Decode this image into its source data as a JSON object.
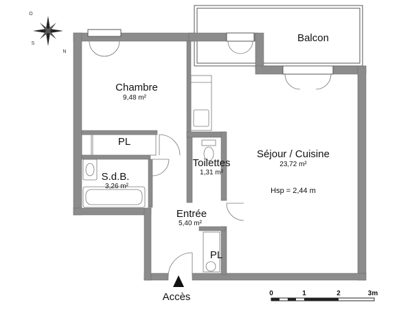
{
  "rooms": {
    "chambre": {
      "name": "Chambre",
      "area": "9,48 m²"
    },
    "sdb": {
      "name": "S.d.B.",
      "area": "3,26 m²"
    },
    "toilettes": {
      "name": "Toilettes",
      "area": "1,31 m²"
    },
    "sejour": {
      "name": "Séjour / Cuisine",
      "area": "23,72 m²",
      "hsp": "Hsp = 2,44 m"
    },
    "entree": {
      "name": "Entrée",
      "area": "5,40 m²"
    },
    "balcon": {
      "name": "Balcon"
    },
    "pl_chambre": {
      "name": "PL"
    },
    "pl_entree": {
      "name": "PL"
    }
  },
  "access": {
    "label": "Accès"
  },
  "scale": {
    "ticks": [
      "0",
      "1",
      "2",
      "3m"
    ]
  },
  "compass": {
    "letters": [
      "O",
      "S",
      "N"
    ]
  },
  "colors": {
    "wall": "#8c8c8c",
    "line": "#555555"
  }
}
